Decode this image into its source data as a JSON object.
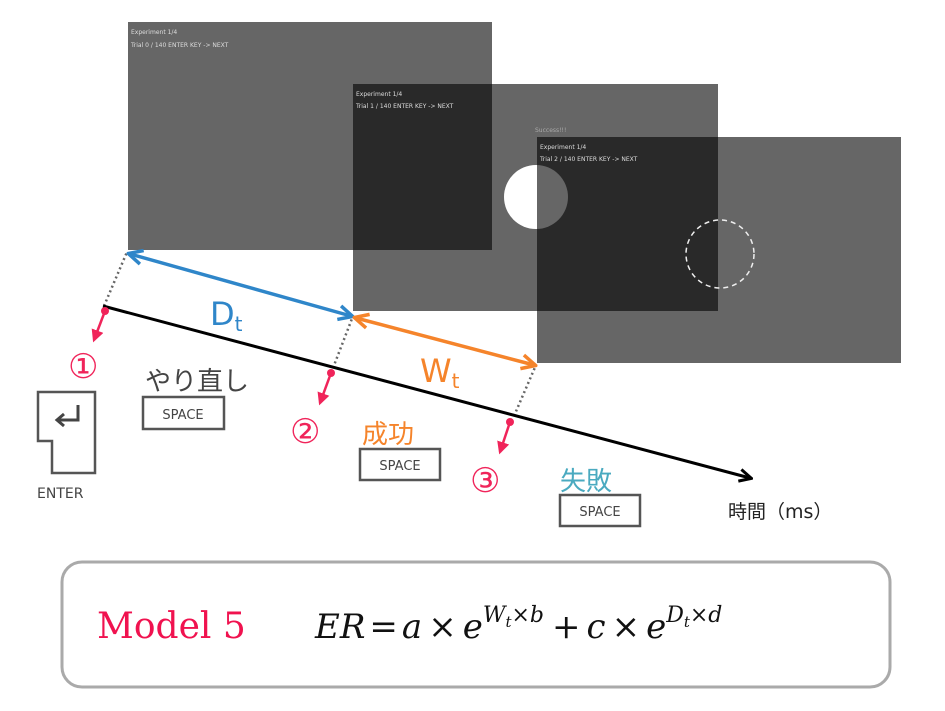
{
  "screens": [
    {
      "header": "Experiment 1/4",
      "trial": "Trial 0 / 140 ENTER KEY -> NEXT"
    },
    {
      "header": "Experiment 1/4",
      "trial": "Trial 1 / 140 ENTER KEY -> NEXT"
    },
    {
      "header": "Experiment 1/4",
      "trial": "Trial 2 / 140 ENTER KEY -> NEXT",
      "status": "Success!!!"
    }
  ],
  "intervals": {
    "d_main": "D",
    "d_sub": "t",
    "w_main": "W",
    "w_sub": "t"
  },
  "steps": [
    {
      "number": "①",
      "label": "やり直し",
      "key": "SPACE"
    },
    {
      "number": "②",
      "label": "成功",
      "key": "SPACE"
    },
    {
      "number": "③",
      "label": "失敗",
      "key": "SPACE"
    }
  ],
  "enter_key": {
    "label": "ENTER",
    "icon": "return-key-icon"
  },
  "time_axis": {
    "label": "時間（ms）"
  },
  "model": {
    "name": "Model 5",
    "formula_lhs": "ER",
    "eq": "=",
    "a": "a",
    "times": "×",
    "e": "e",
    "exp1": "W",
    "exp1_sub": "t",
    "exp1_rest": "×b",
    "plus": "+",
    "c": "c",
    "exp2": "D",
    "exp2_sub": "t",
    "exp2_rest": "×d"
  },
  "colors": {
    "blue": "#2f86c9",
    "orange": "#f5842b",
    "pink": "#f0245a",
    "teal": "#4aaac0",
    "model_red": "#f0124f"
  }
}
